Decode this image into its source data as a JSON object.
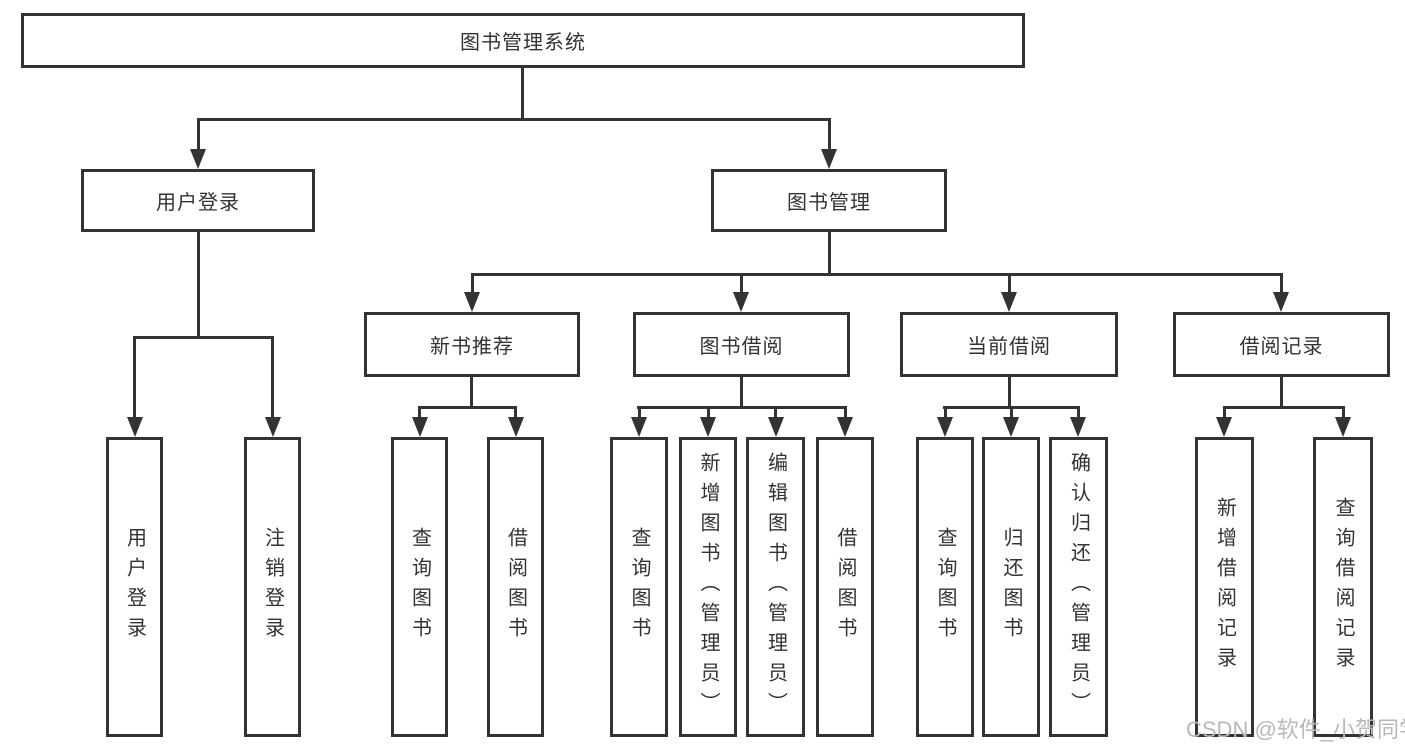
{
  "diagram": {
    "type": "hierarchy-tree",
    "root": {
      "label": "图书管理系统"
    },
    "level2": {
      "user_login": {
        "label": "用户登录"
      },
      "book_management": {
        "label": "图书管理"
      }
    },
    "level3": {
      "new_book_recommend": {
        "label": "新书推荐"
      },
      "book_borrow": {
        "label": "图书借阅"
      },
      "current_borrow": {
        "label": "当前借阅"
      },
      "borrow_records": {
        "label": "借阅记录"
      }
    },
    "leaves": {
      "g1": [
        "用户登录",
        "注销登录"
      ],
      "g2": [
        "查询图书",
        "借阅图书"
      ],
      "g3": [
        "查询图书",
        "新增图书（管理员）",
        "编辑图书（管理员）",
        "借阅图书"
      ],
      "g4": [
        "查询图书",
        "归还图书",
        "确认归还（管理员）"
      ],
      "g5": [
        "新增借阅记录",
        "查询借阅记录"
      ]
    }
  },
  "watermark": {
    "text": "CSDN @软件_小贺同学"
  },
  "colors": {
    "line": "#333333",
    "box_border": "#333333",
    "text": "#333333",
    "watermark": "#b9b9b9",
    "background": "#ffffff"
  }
}
